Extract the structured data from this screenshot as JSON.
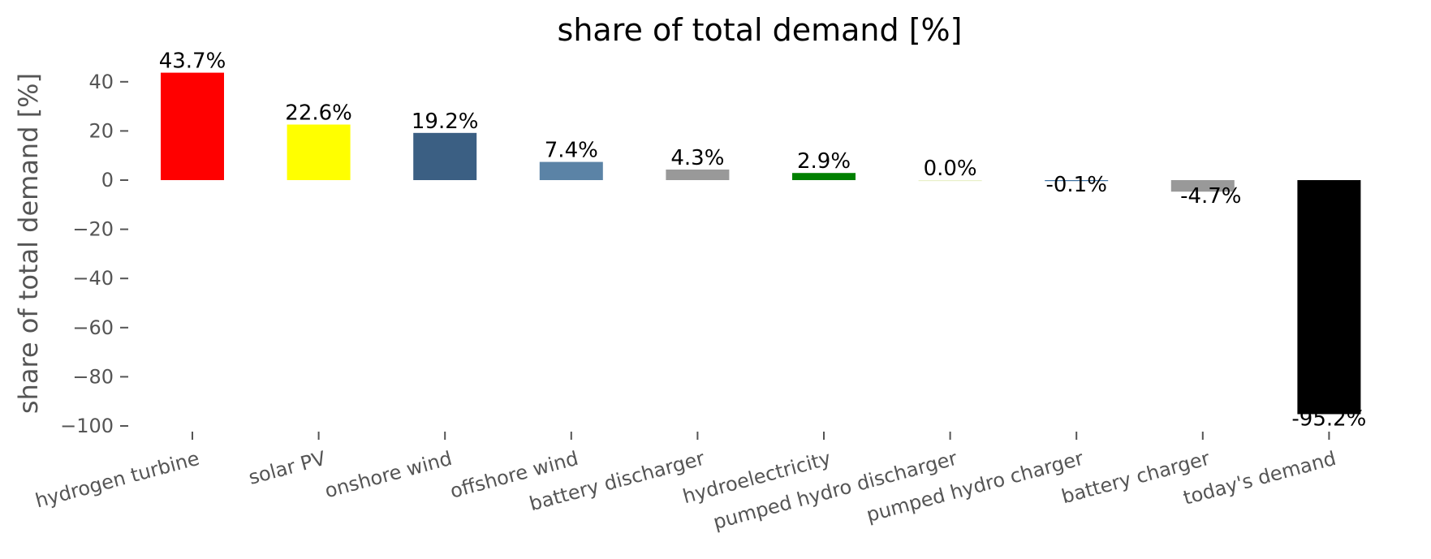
{
  "chart_data": {
    "type": "bar",
    "title": "share of total demand [%]",
    "ylabel": "share of total demand [%]",
    "xlabel": "",
    "ylim": [
      -100,
      46
    ],
    "yticks": [
      40,
      20,
      0,
      -20,
      -40,
      -60,
      -80,
      -100
    ],
    "ytick_labels": [
      "40",
      "20",
      "0",
      "−20",
      "−40",
      "−60",
      "−80",
      "−100"
    ],
    "grid": false,
    "categories": [
      "hydrogen turbine",
      "solar PV",
      "onshore wind",
      "offshore wind",
      "battery discharger",
      "hydroelectricity",
      "pumped hydro discharger",
      "pumped hydro charger",
      "battery charger",
      "today's demand"
    ],
    "values": [
      43.7,
      22.6,
      19.2,
      7.4,
      4.3,
      2.9,
      0.0,
      -0.1,
      -4.7,
      -95.2
    ],
    "value_labels": [
      "43.7%",
      "22.6%",
      "19.2%",
      "7.4%",
      "4.3%",
      "2.9%",
      "0.0%",
      "-0.1%",
      "-4.7%",
      "-95.2%"
    ],
    "colors": [
      "#ff0000",
      "#ffff00",
      "#3b5f83",
      "#5b83a6",
      "#999999",
      "#008000",
      "#e8f0c8",
      "#3b6fa0",
      "#999999",
      "#000000"
    ]
  }
}
